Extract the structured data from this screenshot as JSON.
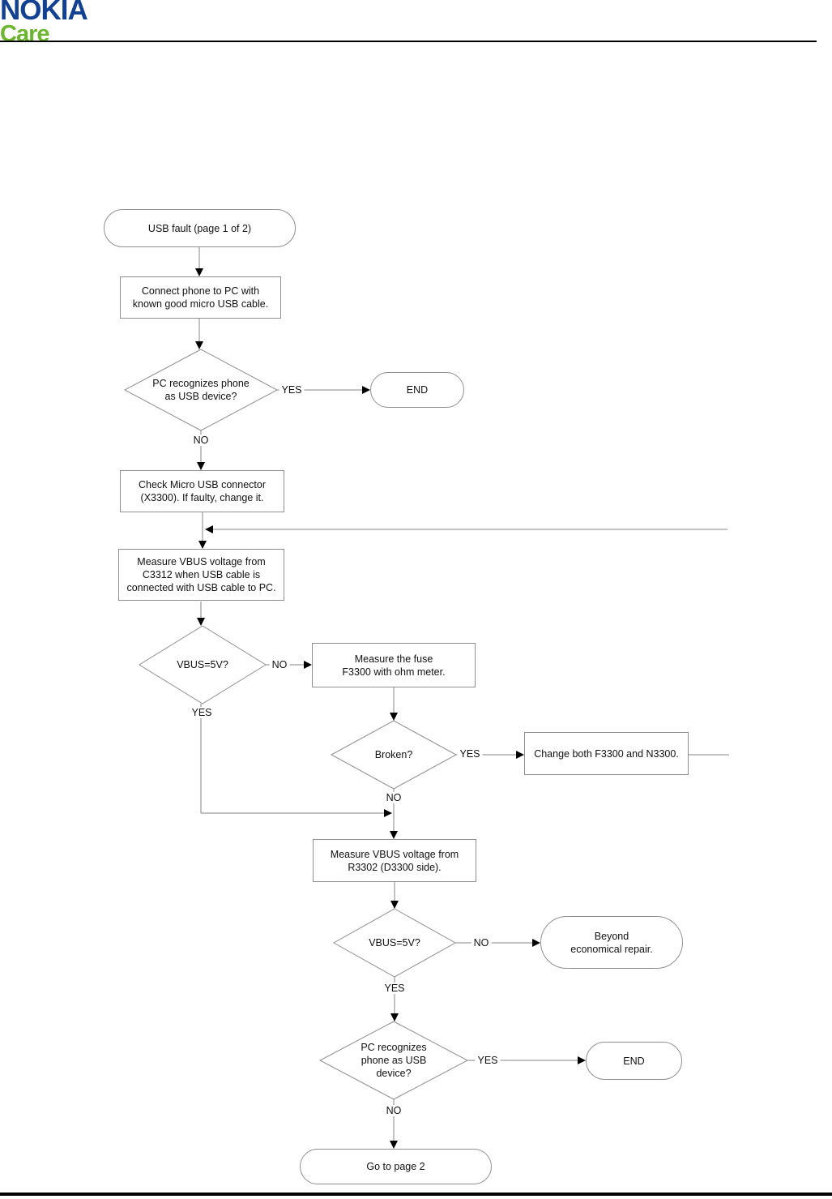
{
  "header": {
    "brand": "NOKIA",
    "sub_brand": "Care"
  },
  "colors": {
    "nokia_blue": "#124191",
    "care_green": "#6cb52f",
    "line_gray": "#858585",
    "box_border_gray": "#8f8f8f",
    "arrow_black": "#000000"
  },
  "labels": {
    "yes": "YES",
    "no": "NO"
  },
  "nodes": {
    "start": {
      "type": "terminator",
      "lines": [
        "USB fault (page 1 of 2)"
      ]
    },
    "connect_phone": {
      "type": "process",
      "lines": [
        "Connect phone to PC with",
        "known good micro USB cable."
      ]
    },
    "pc_recognizes_1": {
      "type": "decision",
      "lines": [
        "PC recognizes phone",
        "as USB device?"
      ]
    },
    "end_1": {
      "type": "terminator",
      "lines": [
        "END"
      ]
    },
    "check_connector": {
      "type": "process",
      "lines": [
        "Check Micro USB connector",
        "(X3300). If faulty, change it."
      ]
    },
    "measure_vbus_c3312": {
      "type": "process",
      "lines": [
        "Measure VBUS voltage from",
        "C3312 when USB cable is",
        "connected with USB cable to PC."
      ]
    },
    "vbus_5v_1": {
      "type": "decision",
      "lines": [
        "VBUS=5V?"
      ]
    },
    "measure_fuse": {
      "type": "process",
      "lines": [
        "Measure the fuse",
        "F3300 with ohm meter."
      ]
    },
    "broken": {
      "type": "decision",
      "lines": [
        "Broken?"
      ]
    },
    "change_f3300_n3300": {
      "type": "process",
      "lines": [
        "Change both F3300 and N3300."
      ]
    },
    "measure_vbus_r3302": {
      "type": "process",
      "lines": [
        "Measure VBUS voltage from",
        "R3302 (D3300 side)."
      ]
    },
    "vbus_5v_2": {
      "type": "decision",
      "lines": [
        "VBUS=5V?"
      ]
    },
    "beyond_repair": {
      "type": "terminator",
      "lines": [
        "Beyond",
        "economical repair."
      ]
    },
    "pc_recognizes_2": {
      "type": "decision",
      "lines": [
        "PC recognizes",
        "phone as USB",
        "device?"
      ]
    },
    "end_2": {
      "type": "terminator",
      "lines": [
        "END"
      ]
    },
    "go_to_page_2": {
      "type": "terminator",
      "lines": [
        "Go to page 2"
      ]
    }
  },
  "edges": [
    {
      "from": "start",
      "to": "connect_phone",
      "label": ""
    },
    {
      "from": "connect_phone",
      "to": "pc_recognizes_1",
      "label": ""
    },
    {
      "from": "pc_recognizes_1",
      "to": "end_1",
      "label": "YES"
    },
    {
      "from": "pc_recognizes_1",
      "to": "check_connector",
      "label": "NO"
    },
    {
      "from": "check_connector",
      "to": "measure_vbus_c3312",
      "label": ""
    },
    {
      "from": "change_f3300_n3300",
      "to": "measure_vbus_c3312",
      "label": "",
      "note": "return path along right margin"
    },
    {
      "from": "measure_vbus_c3312",
      "to": "vbus_5v_1",
      "label": ""
    },
    {
      "from": "vbus_5v_1",
      "to": "measure_fuse",
      "label": "NO"
    },
    {
      "from": "vbus_5v_1",
      "to": "measure_vbus_r3302",
      "label": "YES"
    },
    {
      "from": "measure_fuse",
      "to": "broken",
      "label": ""
    },
    {
      "from": "broken",
      "to": "change_f3300_n3300",
      "label": "YES"
    },
    {
      "from": "broken",
      "to": "measure_vbus_r3302",
      "label": "NO"
    },
    {
      "from": "measure_vbus_r3302",
      "to": "vbus_5v_2",
      "label": ""
    },
    {
      "from": "vbus_5v_2",
      "to": "beyond_repair",
      "label": "NO"
    },
    {
      "from": "vbus_5v_2",
      "to": "pc_recognizes_2",
      "label": "YES"
    },
    {
      "from": "pc_recognizes_2",
      "to": "end_2",
      "label": "YES"
    },
    {
      "from": "pc_recognizes_2",
      "to": "go_to_page_2",
      "label": "NO"
    }
  ]
}
